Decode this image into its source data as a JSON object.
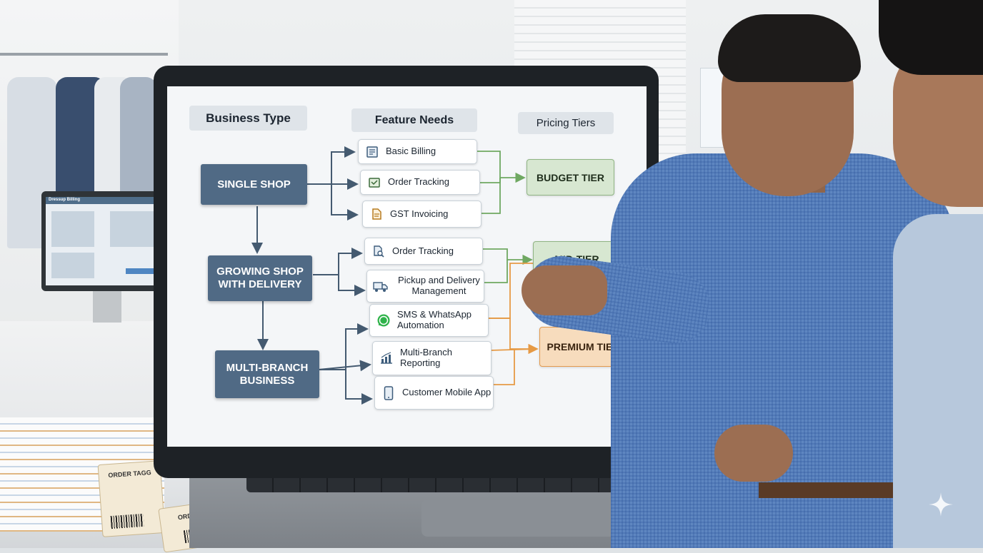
{
  "scene": {
    "left_monitor_title": "Dressup Billing",
    "order_tag_1": "ORDER TAGG",
    "order_tag_2": "ORDER TRAG"
  },
  "flowchart": {
    "headers": {
      "business_type": "Business Type",
      "feature_needs": "Feature Needs",
      "pricing_tiers": "Pricing Tiers"
    },
    "business_types": [
      {
        "label": "SINGLE SHOP"
      },
      {
        "label": "GROWING SHOP WITH DELIVERY"
      },
      {
        "label": "MULTI-BRANCH BUSINESS"
      }
    ],
    "features": [
      {
        "label": "Basic Billing",
        "icon": "receipt-icon"
      },
      {
        "label": "Order Tracking",
        "icon": "order-box-icon"
      },
      {
        "label": "GST Invoicing",
        "icon": "invoice-document-icon"
      },
      {
        "label": "Order Tracking",
        "icon": "document-search-icon"
      },
      {
        "label": "Pickup and Delivery Management",
        "icon": "delivery-truck-icon"
      },
      {
        "label": "SMS & WhatsApp Automation",
        "icon": "whatsapp-icon"
      },
      {
        "label": "Multi-Branch Reporting",
        "icon": "bar-chart-icon"
      },
      {
        "label": "Customer Mobile App",
        "icon": "mobile-phone-icon"
      }
    ],
    "tiers": [
      {
        "label": "BUDGET TIER",
        "color": "#d7e7d1"
      },
      {
        "label": "MID-TIER",
        "color": "#d7e7d1"
      },
      {
        "label": "PREMIUM TIER",
        "color": "#f7dcbd"
      }
    ],
    "colors": {
      "business_box": "#506a85",
      "arrow": "#445a70",
      "green_connector": "#6fa862",
      "orange_connector": "#e69a45"
    }
  }
}
